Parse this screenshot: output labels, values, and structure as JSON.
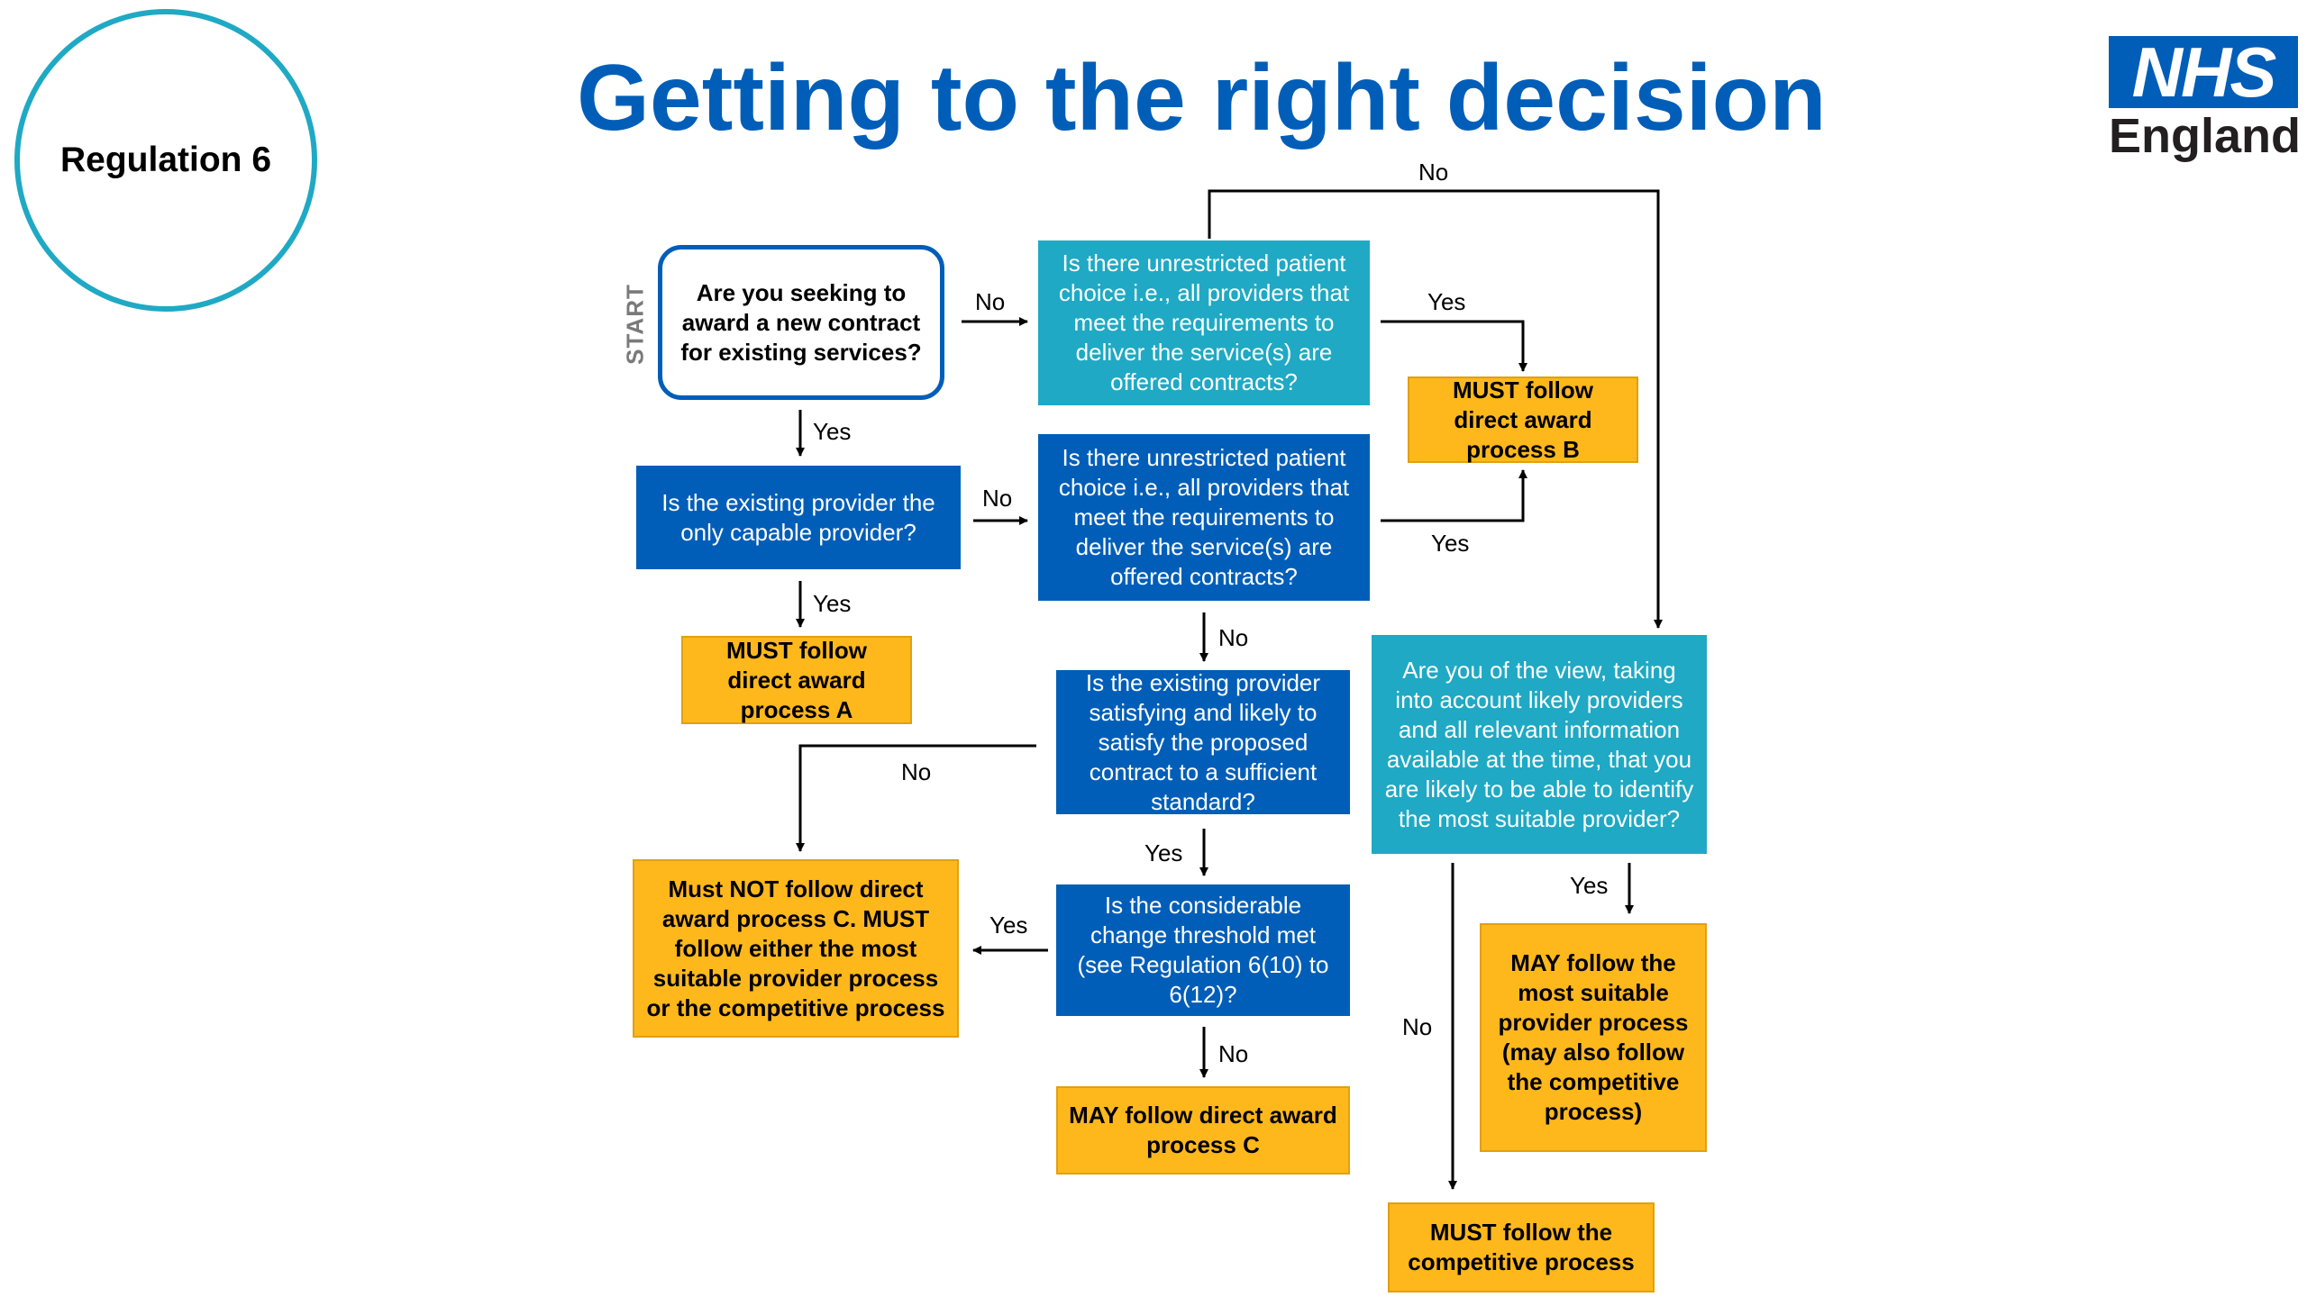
{
  "badge": "Regulation 6",
  "title": "Getting to the right decision",
  "logo": {
    "mark": "NHS",
    "sub": "England"
  },
  "start_label": "START",
  "nodes": {
    "q1": "Are you seeking to award a new contract for existing services?",
    "q2": "Is there unrestricted patient choice i.e., all providers that meet the requirements to deliver the service(s) are offered contracts?",
    "q3": "Is the existing provider the only capable provider?",
    "q4": "Is there unrestricted patient choice i.e., all providers that meet the requirements to deliver the service(s) are offered contracts?",
    "q5": "Is the existing provider satisfying and likely to satisfy the proposed contract to a sufficient standard?",
    "q6": "Is the considerable change threshold met (see Regulation 6(10) to 6(12)?",
    "q7": "Are you of the view, taking into account likely providers and all relevant information available at the time, that you are likely to be able to identify the most suitable provider?",
    "o_b": "MUST follow direct award process B",
    "o_a": "MUST follow direct award process A",
    "o_notc": "Must NOT follow direct award process C. MUST follow either the most suitable provider process or the competitive process",
    "o_c": "MAY follow direct award process C",
    "o_may_msp": "MAY follow the most suitable provider process (may also follow the competitive process)",
    "o_comp": "MUST follow the competitive process"
  },
  "edge_labels": {
    "top_no": "No",
    "q1_no": "No",
    "q2_yes": "Yes",
    "q1_yes": "Yes",
    "q3_no": "No",
    "q4_yes": "Yes",
    "q3_yes": "Yes",
    "q4_no": "No",
    "q5_no": "No",
    "q5_yes": "Yes",
    "q6_yes": "Yes",
    "q6_no": "No",
    "q7_yes": "Yes",
    "q7_no": "No"
  }
}
